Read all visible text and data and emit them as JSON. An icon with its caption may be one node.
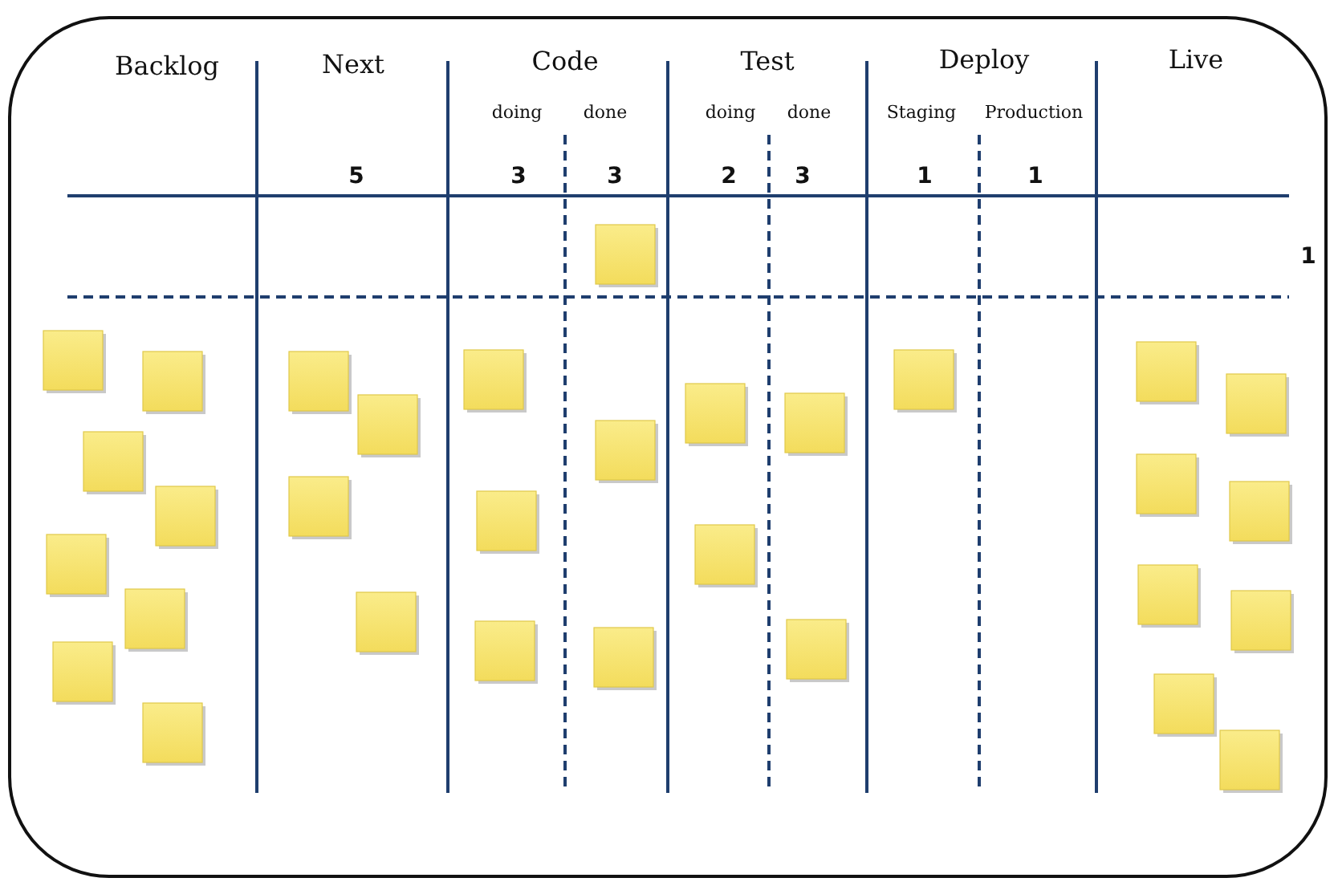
{
  "diagram": {
    "labels": [
      "Backlog",
      "Next",
      "Code",
      "Test",
      "Deploy",
      "Live",
      "doing",
      "done",
      "doing",
      "done",
      "Staging",
      "Production",
      "5",
      "3",
      "3",
      "2",
      "3",
      "1",
      "1",
      "1"
    ]
  }
}
